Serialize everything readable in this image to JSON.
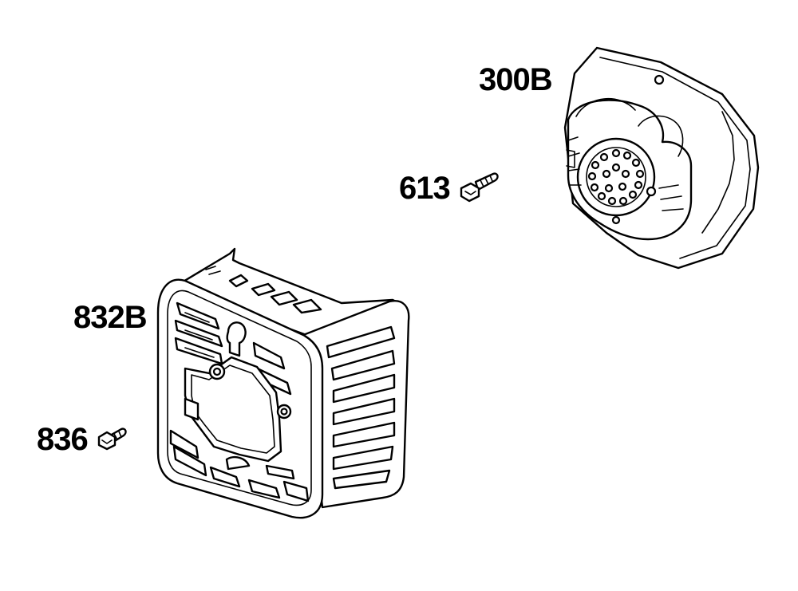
{
  "diagram": {
    "callouts": [
      {
        "id": "300b",
        "text": "300B",
        "part": "muffler"
      },
      {
        "id": "613",
        "text": "613",
        "part": "muffler-screw"
      },
      {
        "id": "832b",
        "text": "832B",
        "part": "muffler-guard"
      },
      {
        "id": "836",
        "text": "836",
        "part": "guard-screw"
      }
    ]
  }
}
